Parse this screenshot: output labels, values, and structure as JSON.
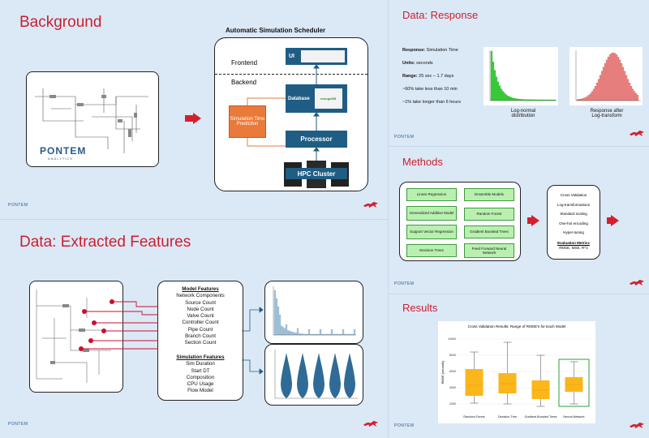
{
  "background": {
    "title": "Background",
    "logo_name": "PONTEM",
    "logo_sub": "ANALYTICS",
    "scheduler": {
      "title": "Automatic Simulation Scheduler",
      "frontend": "Frontend",
      "backend": "Backend",
      "ui_label": "UI",
      "database_label": "Database",
      "mongo_label": "mongoDB",
      "processor_label": "Processor",
      "hpc_label": "HPC Cluster",
      "prediction_label": "Simulation Time Prediction"
    }
  },
  "response": {
    "title": "Data: Response",
    "response_key": "Response:",
    "response_val": "Simulation Time",
    "units_key": "Units:",
    "units_val": "seconds",
    "range_key": "Range:",
    "range_val": "25 sec – 1.7 days",
    "stat1": "~60% take less than 10 min",
    "stat2": "~1% take longer than 6 hours",
    "cap_left_1": "Log-normal",
    "cap_left_2": "distribution",
    "cap_right_1": "Response after",
    "cap_right_2": "Log-transform"
  },
  "methods": {
    "title": "Methods",
    "models": [
      "Linear Regression",
      "Ensemble Models",
      "Generalized Additive Model",
      "Random Forest",
      "Support Vector Regression",
      "Gradient Boosted Trees",
      "Decision Trees",
      "Feed Forward Neural Network"
    ],
    "steps": [
      "Cross Validation",
      "Log-transformations",
      "Standard scaling",
      "One-hot encoding",
      "Hyper-tuning"
    ],
    "eval_title": "Evaluation Metrics",
    "eval_metrics": "RMSE, MSE, R^2"
  },
  "features": {
    "title": "Data: Extracted Features",
    "model_head": "Model Features",
    "model_items": [
      "Network Components",
      "Source Count",
      "Node Count",
      "Valve Count",
      "Controller Count",
      "Pipe Count",
      "Branch Count",
      "Section Count"
    ],
    "sim_head": "Simulation Features",
    "sim_items": [
      "Sim Duration",
      "Start DT",
      "Composition",
      "CPU Usage",
      "Flow Model"
    ]
  },
  "results": {
    "title": "Results"
  },
  "chart_data": [
    {
      "type": "box",
      "title": "Cross Validation Results: Range of RMSE's for Each Model",
      "xlabel": "",
      "ylabel": "RMSE (seconds)",
      "ylim": [
        1000,
        11000
      ],
      "yticks": [
        "10000",
        "8000",
        "6000",
        "4000",
        "2000"
      ],
      "categories": [
        "Random Forest",
        "Decision Tree",
        "Gradient Boosted Trees",
        "Neural Network"
      ],
      "boxes": [
        {
          "min": 2100,
          "q1": 3000,
          "median": 4300,
          "q3": 6300,
          "max": 8400
        },
        {
          "min": 2000,
          "q1": 3300,
          "median": 4500,
          "q3": 5800,
          "max": 9600
        },
        {
          "min": 1700,
          "q1": 2600,
          "median": 3700,
          "q3": 4900,
          "max": 8000
        },
        {
          "min": 2000,
          "q1": 3500,
          "median": 4400,
          "q3": 5300,
          "max": 7200
        }
      ],
      "highlight": "Neural Network",
      "colors": {
        "box": "#fbb61b",
        "highlight": "#2f9e3f"
      }
    }
  ]
}
